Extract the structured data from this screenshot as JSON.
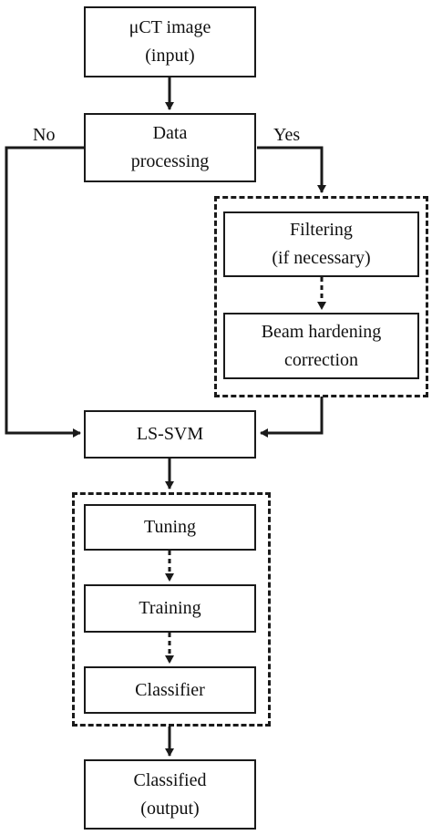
{
  "diagram": {
    "nodes": {
      "input": {
        "line1": "μCT image",
        "line2": "(input)"
      },
      "processing": {
        "line1": "Data",
        "line2": "processing"
      },
      "filtering": {
        "line1": "Filtering",
        "line2": "(if necessary)"
      },
      "beam": {
        "line1": "Beam hardening",
        "line2": "correction"
      },
      "lssvm": {
        "line1": "LS-SVM"
      },
      "tuning": {
        "line1": "Tuning"
      },
      "training": {
        "line1": "Training"
      },
      "classifier": {
        "line1": "Classifier"
      },
      "output": {
        "line1": "Classified",
        "line2": "(output)"
      }
    },
    "edge_labels": {
      "no": "No",
      "yes": "Yes"
    }
  }
}
